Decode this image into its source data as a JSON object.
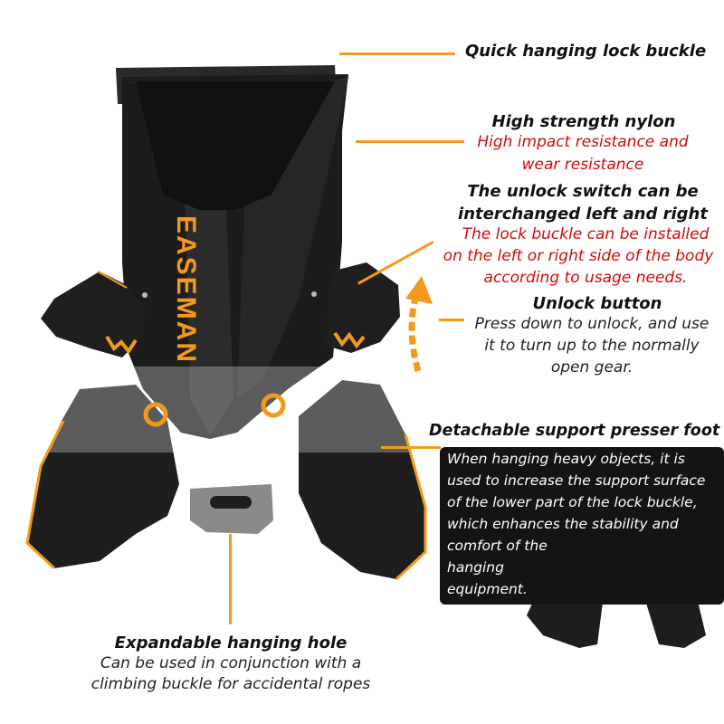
{
  "brand": {
    "logo_text": "EASEMAN",
    "accent_color": "#f39a1e",
    "body_color": "#1c1c1c"
  },
  "labels": {
    "quick_hanging": {
      "title": "Quick hanging lock buckle"
    },
    "nylon": {
      "title": "High strength nylon",
      "desc": [
        "High impact resistance and",
        "wear resistance"
      ]
    },
    "unlock_switch": {
      "title": [
        "The unlock switch can be",
        "interchanged left and right"
      ],
      "desc": [
        "The lock buckle can be installed",
        "on the left or right side of the body",
        "according to usage needs."
      ]
    },
    "unlock_button": {
      "title": "Unlock button",
      "desc": [
        "Press down to unlock, and use",
        "it to turn up to the normally",
        "open gear."
      ]
    },
    "presser_foot": {
      "title": "Detachable support presser foot",
      "desc": [
        "When hanging heavy objects, it is",
        "used to increase the support surface",
        "of the lower part of the lock buckle,",
        "which enhances the stability and",
        "comfort of the",
        "hanging",
        "equipment."
      ]
    },
    "hanging_hole": {
      "title": "Expandable hanging hole",
      "desc": [
        "Can be used in conjunction with a",
        "climbing buckle for accidental ropes"
      ]
    }
  }
}
